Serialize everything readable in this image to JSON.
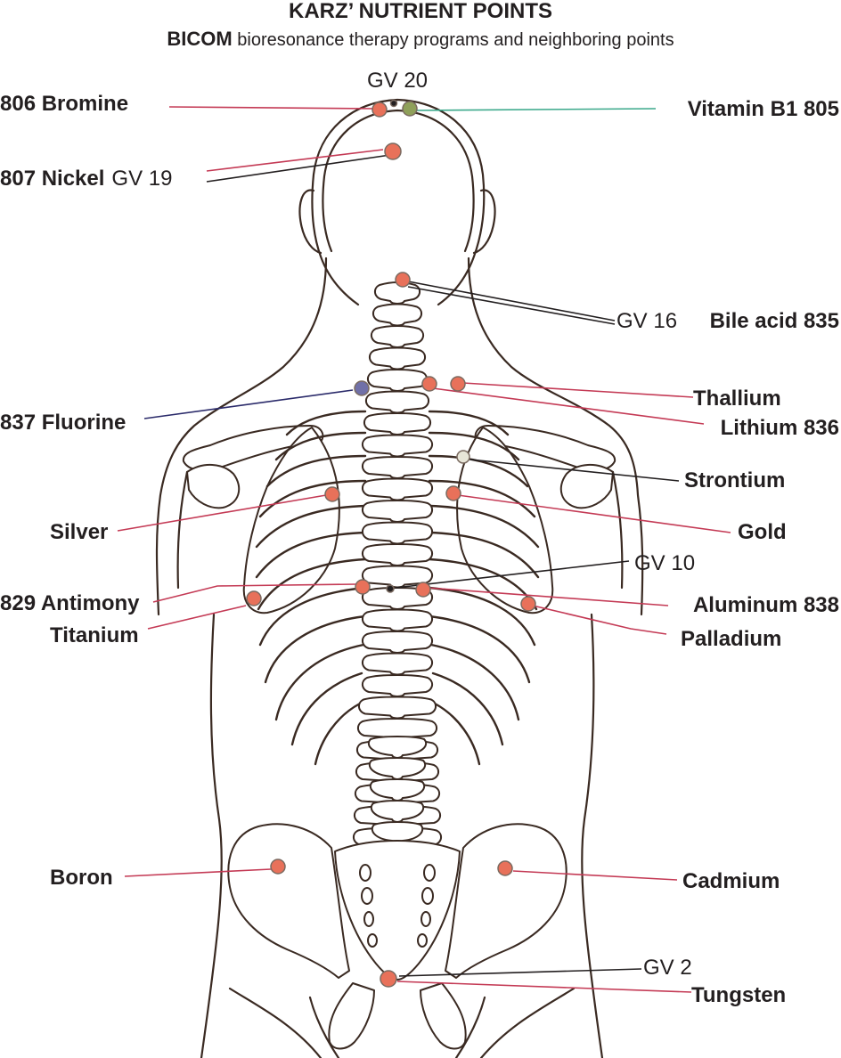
{
  "title": "KARZ’ NUTRIENT POINTS",
  "subtitle": {
    "brand": "BICOM",
    "rest": " bioresonance therapy programs and neighboring points"
  },
  "colors": {
    "nutrient_point": "#e8715a",
    "nutrient_line": "#c43a55",
    "gv_line": "#231f20",
    "vitamin_point": "#8fa05a",
    "vitamin_line": "#3aa88a",
    "fluorine_point": "#7070a8",
    "fluorine_line": "#2a2a6a",
    "strontium_point": "#e8e6d8",
    "gv_point": "#231f20"
  },
  "labels": {
    "gv20": "GV 20",
    "bromine": "806 Bromine",
    "vitamin_b1": "Vitamin B1 805",
    "nickel": "807 Nickel",
    "gv19": "GV 19",
    "gv16": "GV 16",
    "bile_acid": "Bile acid 835",
    "thallium": "Thallium",
    "lithium": "Lithium 836",
    "fluorine": "837 Fluorine",
    "strontium": "Strontium",
    "silver": "Silver",
    "gold": "Gold",
    "gv10": "GV 10",
    "antimony": "829 Antimony",
    "aluminum": "Aluminum 838",
    "titanium": "Titanium",
    "palladium": "Palladium",
    "boron": "Boron",
    "cadmium": "Cadmium",
    "gv2": "GV 2",
    "tungsten": "Tungsten"
  }
}
